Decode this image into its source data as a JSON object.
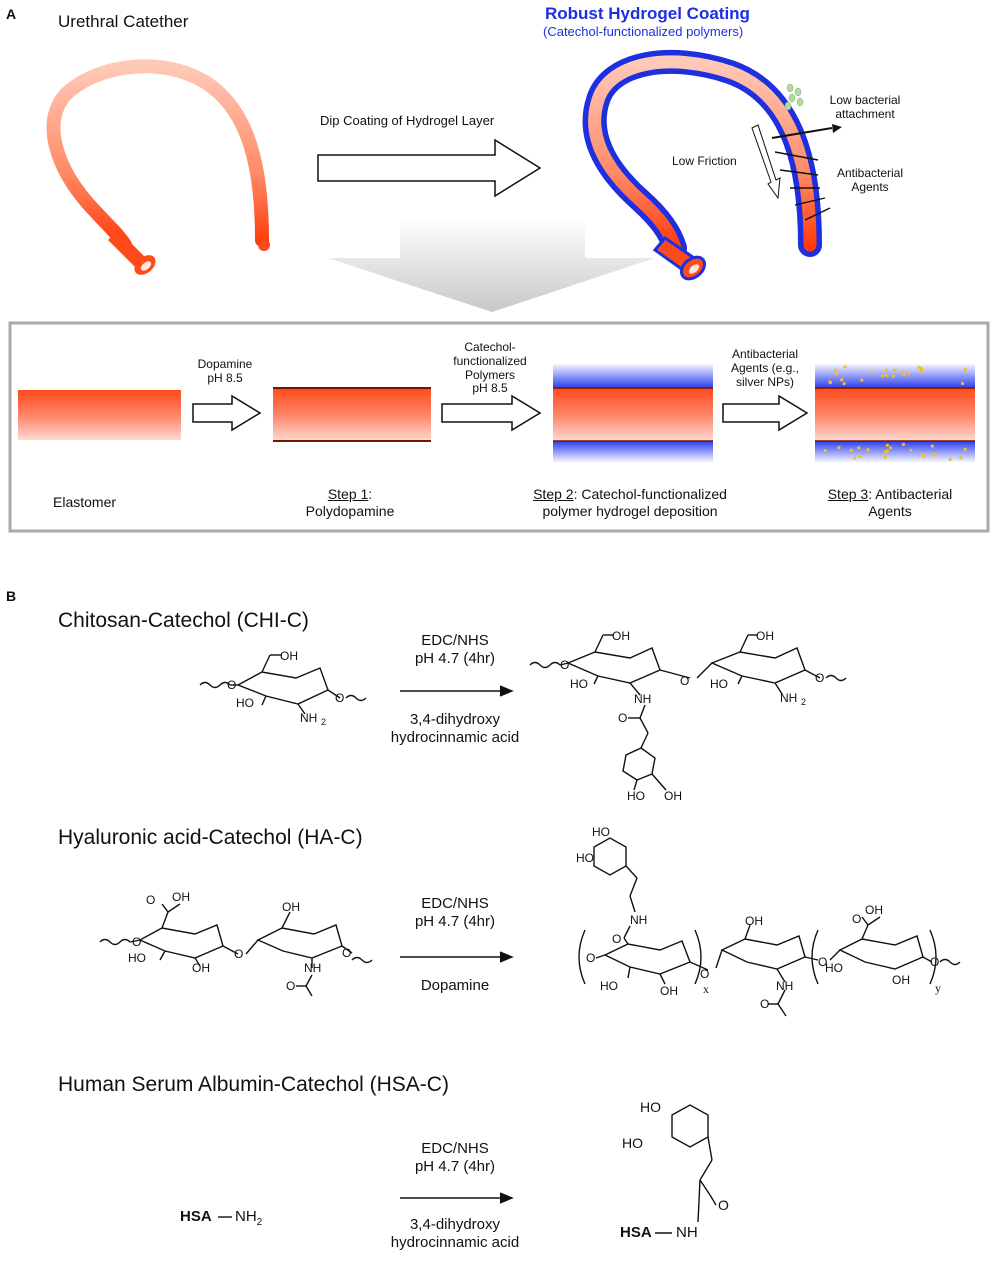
{
  "panel_a": {
    "letter": "A",
    "urethral_catheter": "Urethral Catether",
    "coating_title": "Robust Hydrogel Coating",
    "coating_subtitle": "(Catechol-functionalized polymers)",
    "dip_coating": "Dip Coating of Hydrogel Layer",
    "low_friction": "Low Friction",
    "low_bacterial_1": "Low bacterial",
    "low_bacterial_2": "attachment",
    "antibacterial_1": "Antibacterial",
    "antibacterial_2": "Agents",
    "arrow1_line1": "Dopamine",
    "arrow1_line2": "pH 8.5",
    "arrow2_line1": "Catechol-",
    "arrow2_line2": "functionalized",
    "arrow2_line3": "Polymers",
    "arrow2_line4": "pH 8.5",
    "arrow3_line1": "Antibacterial",
    "arrow3_line2": "Agents (e.g.,",
    "arrow3_line3": "silver NPs)",
    "elastomer": "Elastomer",
    "step1_label": "Step 1",
    "step1_rest": ":",
    "step1_line2": "Polydopamine",
    "step2_label": "Step 2",
    "step2_rest": ": Catechol-functionalized",
    "step2_line2": "polymer hydrogel deposition",
    "step3_label": "Step 3",
    "step3_rest": ": Antibacterial",
    "step3_line2": "Agents",
    "colors": {
      "orange": "#ff4a1c",
      "blue": "#1e2fe0",
      "box_border": "#aaaaaa"
    }
  },
  "panel_b": {
    "letter": "B",
    "chi_title": "Chitosan-Catechol (CHI-C)",
    "chi_reagent1": "EDC/NHS",
    "chi_reagent2": "pH 4.7 (4hr)",
    "chi_below1": "3,4-dihydroxy",
    "chi_below2": "hydrocinnamic acid",
    "ha_title": "Hyaluronic acid-Catechol (HA-C)",
    "ha_reagent1": "EDC/NHS",
    "ha_reagent2": "pH 4.7 (4hr)",
    "ha_below": "Dopamine",
    "hsa_title": "Human Serum Albumin-Catechol (HSA-C)",
    "hsa_reagent1": "EDC/NHS",
    "hsa_reagent2": "pH 4.7 (4hr)",
    "hsa_below1": "3,4-dihydroxy",
    "hsa_below2": "hydrocinnamic acid",
    "hsa_reactant": "HSA",
    "hsa_nh2": "NH",
    "hsa_nh2_sub": "2",
    "hsa_product": "HSA",
    "hsa_product_nh": "NH",
    "chem_labels": {
      "oh": "OH",
      "ho": "HO",
      "o": "O",
      "nh2": "NH",
      "sub2": "2",
      "nh": "NH",
      "x": "x",
      "y": "y"
    }
  }
}
